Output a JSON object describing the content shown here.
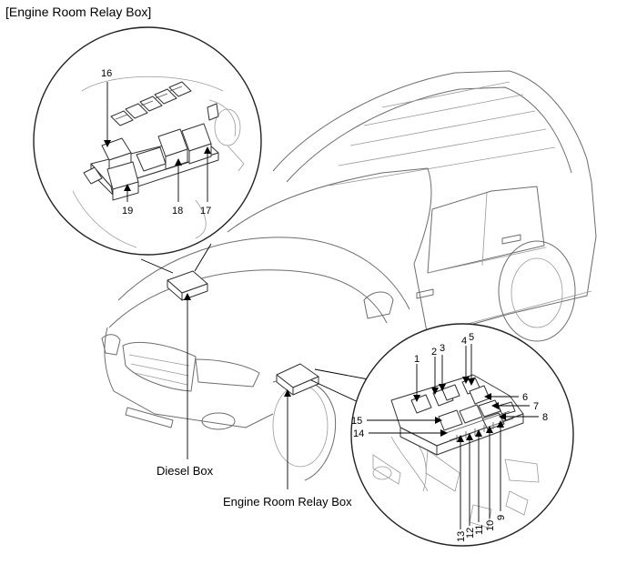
{
  "title": "[Engine Room Relay Box]",
  "callouts": {
    "diesel_box": "Diesel Box",
    "engine_room_relay_box": "Engine Room Relay Box"
  },
  "labels": {
    "n1": "1",
    "n2": "2",
    "n3": "3",
    "n4": "4",
    "n5": "5",
    "n6": "6",
    "n7": "7",
    "n8": "8",
    "n9": "9",
    "n10": "10",
    "n11": "11",
    "n12": "12",
    "n13": "13",
    "n14": "14",
    "n15": "15",
    "n16": "16",
    "n17": "17",
    "n18": "18",
    "n19": "19"
  }
}
